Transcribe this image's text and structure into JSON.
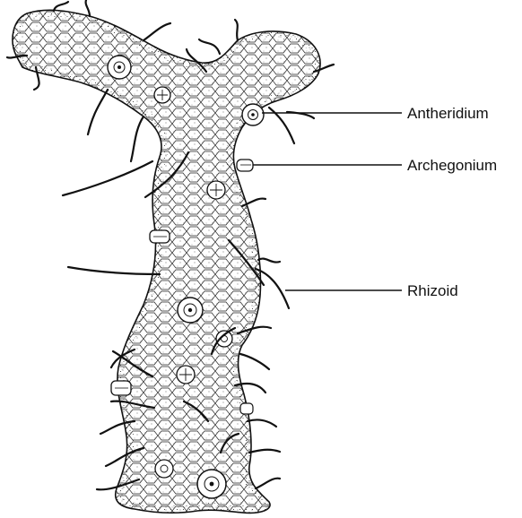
{
  "labels": {
    "antheridium": "Antheridium",
    "archegonium": "Archegonium",
    "rhizoid": "Rhizoid"
  },
  "colors": {
    "ink": "#111111",
    "background": "#ffffff",
    "thallus_fill": "#ffffff"
  }
}
